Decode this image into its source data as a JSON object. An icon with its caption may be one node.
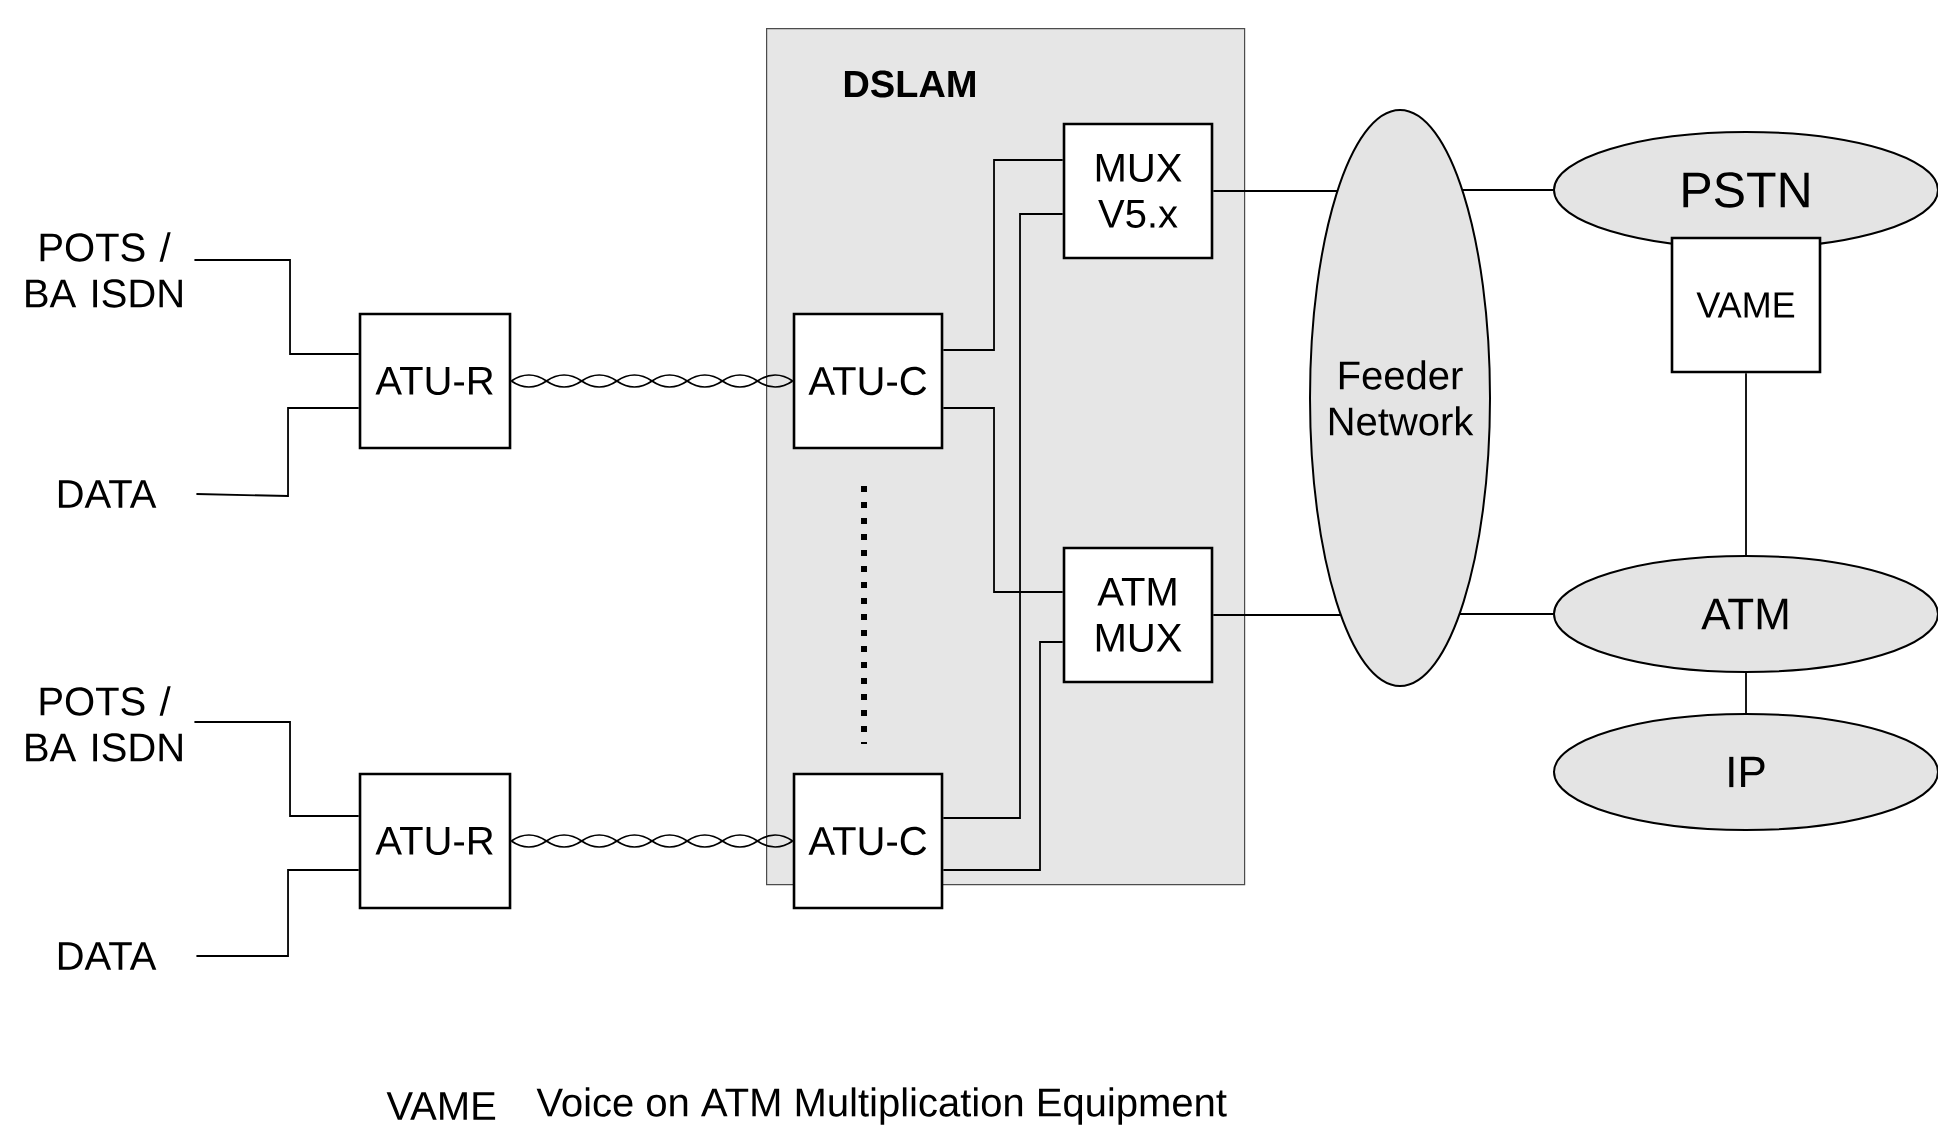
{
  "diagram": {
    "nodes": [
      {
        "text": [
          "DSLAM"
        ]
      },
      {
        "text": [
          "POTS / BA ISDN"
        ]
      },
      {
        "text": [
          "DATA"
        ]
      },
      {
        "text": [
          "ATU-R"
        ]
      },
      {
        "text": [
          "POTS / BA ISDN"
        ]
      },
      {
        "text": [
          "DATA"
        ]
      },
      {
        "text": [
          "ATU-R"
        ]
      },
      {
        "text": [
          "ATU-C"
        ],
        "in": 0
      },
      {
        "text": [
          "ATU-C"
        ],
        "in": 0
      },
      {
        "text": [
          "MUX V5.x"
        ],
        "in": 0
      },
      {
        "text": [
          "ATM MUX"
        ],
        "in": 0
      },
      {
        "text": [
          "Feeder Network"
        ]
      },
      {
        "text": [
          "PSTN"
        ]
      },
      {
        "text": [
          "VAME"
        ]
      },
      {
        "text": [
          "ATM"
        ]
      },
      {
        "text": [
          "IP"
        ]
      }
    ],
    "edges": [
      {
        "from": 1,
        "to": 3,
        "arrow": "none"
      },
      {
        "from": 2,
        "to": 3,
        "arrow": "none"
      },
      {
        "from": 4,
        "to": 6,
        "arrow": "none"
      },
      {
        "from": 5,
        "to": 6,
        "arrow": "none"
      },
      {
        "from": 3,
        "to": 7,
        "arrow": "none"
      },
      {
        "from": 6,
        "to": 8,
        "arrow": "none"
      },
      {
        "from": 7,
        "to": 9,
        "arrow": "none"
      },
      {
        "from": 7,
        "to": 10,
        "arrow": "none"
      },
      {
        "from": 8,
        "to": 9,
        "arrow": "none"
      },
      {
        "from": 8,
        "to": 10,
        "arrow": "none"
      },
      {
        "from": 9,
        "to": 11,
        "arrow": "none"
      },
      {
        "from": 10,
        "to": 11,
        "arrow": "none"
      },
      {
        "from": 11,
        "to": 12,
        "arrow": "none"
      },
      {
        "from": 11,
        "to": 14,
        "arrow": "none"
      },
      {
        "from": 13,
        "to": 14,
        "arrow": "none"
      },
      {
        "from": 14,
        "to": 15,
        "arrow": "none"
      }
    ],
    "labels": [
      "VAME",
      "Voice on ATM Multiplication Equipment"
    ]
  }
}
